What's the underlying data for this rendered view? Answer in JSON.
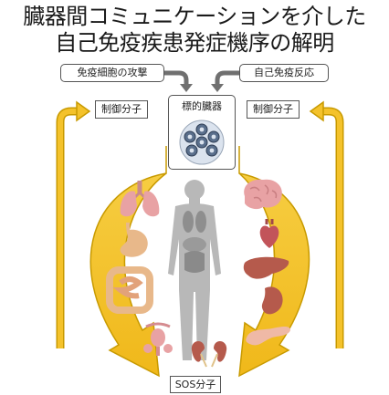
{
  "title": {
    "line1": "臓器間コミュニケーションを介した",
    "line2": "自己免疫疾患発症機序の解明"
  },
  "inputs": {
    "left": "免疫細胞の攻撃",
    "right": "自己免疫反応"
  },
  "target_organ": "標的臓器",
  "control_factor_left": "制御分子",
  "control_factor_right": "制御分子",
  "sos_factor": "SOS分子",
  "colors": {
    "arrow_yellow": "#f4c22b",
    "arrow_outline": "#c89a00",
    "arrow_gray": "#707070",
    "silhouette": "#b8b8b8",
    "organ_pink": "#e8a2a4",
    "organ_brown": "#b55a4c"
  },
  "icons": [
    "body-silhouette-icon",
    "lungs-icon",
    "brain-icon",
    "heart-icon",
    "stomach-icon",
    "liver-icon",
    "intestine-icon",
    "spleen-icon",
    "pancreas-icon",
    "reproductive-organ-icon",
    "kidneys-icon",
    "cell-cluster-icon"
  ]
}
